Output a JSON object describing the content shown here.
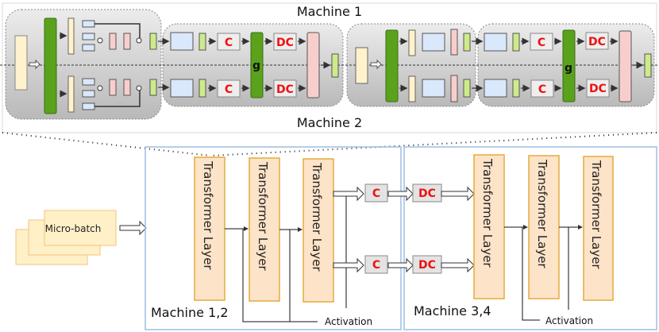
{
  "top_panel": {
    "machine_top_label": "Machine 1",
    "machine_bottom_label": "Machine 2",
    "compress_label": "C",
    "decompress_label": "DC",
    "gather_label": "g"
  },
  "bottom_panel": {
    "micro_batch_label": "Micro-batch",
    "group_left": {
      "label": "Machine 1,2",
      "layers": [
        "Transformer Layer",
        "Transformer Layer",
        "Transformer Layer"
      ],
      "activation_label": "Activation"
    },
    "group_right": {
      "label": "Machine 3,4",
      "layers": [
        "Transformer Layer",
        "Transformer Layer",
        "Transformer Layer"
      ],
      "activation_label": "Activation"
    },
    "compress_label": "C",
    "decompress_label": "DC"
  },
  "colors": {
    "green_block": "#5aa21c",
    "yellow_block": "#fff2cc",
    "blue_block": "#dae8fc",
    "pink_block": "#f8cecc",
    "lime_block": "#cdeb8b",
    "transformer_fill": "#fde3c8",
    "transformer_stroke": "#e3ac3c",
    "microbatch_fill": "#fff0c8",
    "machine_box_stroke": "#9dbde3",
    "cdc_text": "#ee1111"
  }
}
